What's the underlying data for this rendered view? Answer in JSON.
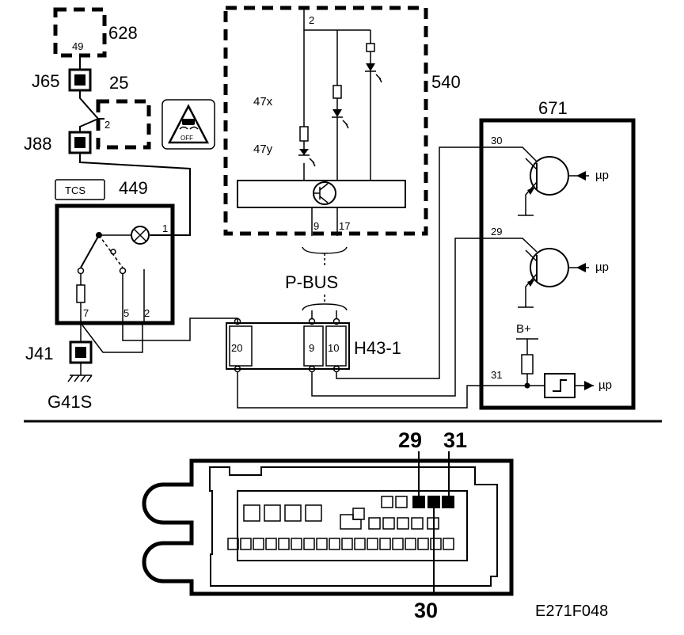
{
  "components": {
    "c628": "628",
    "c25": "25",
    "c540": "540",
    "c671": "671",
    "c449": "449",
    "tcs_label": "TCS",
    "off_label": "OFF",
    "h43": "H43-1",
    "g41s": "G41S"
  },
  "connectors": {
    "j65": "J65",
    "j88": "J88",
    "j41": "J41"
  },
  "pins": {
    "p49": "49",
    "p2_25": "2",
    "p2_540": "2",
    "p9_540": "9",
    "p17_540": "17",
    "p1_449": "1",
    "p7_449": "7",
    "p5_449": "5",
    "p2_449": "2",
    "p20": "20",
    "p9_h43": "9",
    "p10_h43": "10",
    "p30_671": "30",
    "p29_671": "29",
    "p31_671": "31"
  },
  "labels": {
    "l47x": "47x",
    "l47y": "47y",
    "pbus": "P-BUS",
    "up1": "µp",
    "up2": "µp",
    "up3": "µp",
    "bplus": "B+"
  },
  "connector_view": {
    "p29": "29",
    "p31": "31",
    "p30": "30"
  },
  "figure_code": "E271F048"
}
